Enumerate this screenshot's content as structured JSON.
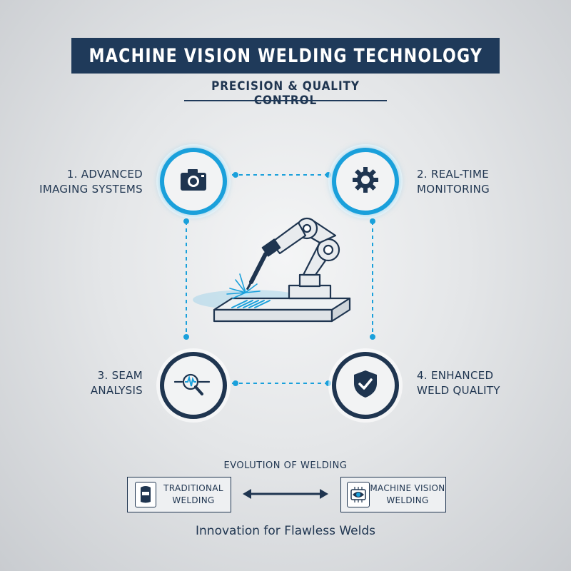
{
  "header": {
    "title": "MACHINE VISION WELDING TECHNOLOGY",
    "subtitle": "PRECISION & QUALITY CONTROL"
  },
  "steps": [
    {
      "lines": [
        "1. ADVANCED",
        "IMAGING SYSTEMS"
      ],
      "icon": "camera-icon"
    },
    {
      "lines": [
        "2. REAL-TIME",
        "MONITORING"
      ],
      "icon": "gear-icon"
    },
    {
      "lines": [
        "3. SEAM",
        "ANALYSIS"
      ],
      "icon": "magnifier-waveform-icon"
    },
    {
      "lines": [
        "4. ENHANCED",
        "WELD QUALITY"
      ],
      "icon": "shield-check-icon"
    }
  ],
  "center": {
    "icon": "robotic-welding-arm-icon"
  },
  "evolution": {
    "title": "EVOLUTION OF WELDING",
    "left": {
      "lines": [
        "TRADITIONAL",
        "WELDING"
      ],
      "icon": "welding-helmet-icon"
    },
    "right": {
      "lines": [
        "MACHINE VISION",
        "WELDING"
      ],
      "icon": "eye-chip-icon"
    },
    "connector_icon": "double-arrow-icon"
  },
  "tagline": "Innovation for Flawless Welds",
  "colors": {
    "navy": "#1f3a5a",
    "accent_blue": "#1aa0db",
    "text": "#1f3550",
    "background": "#e4e6e8"
  }
}
